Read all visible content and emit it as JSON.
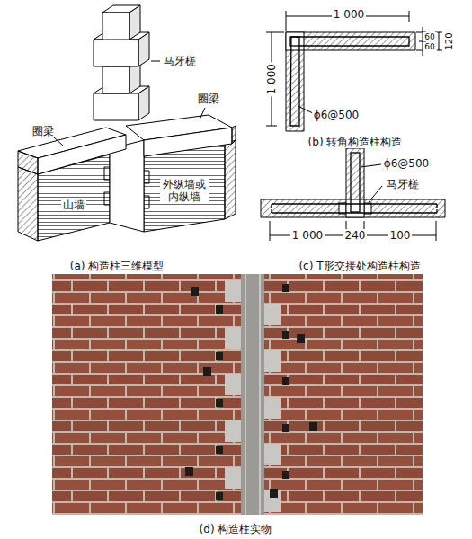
{
  "diagram": {
    "labels": [
      "马牙槎",
      "圈梁",
      "圈梁",
      "山墙",
      "外纵墙或内纵墙",
      "(a) 构造柱三维模型",
      "1 000",
      "1 000",
      "60",
      "60",
      "120",
      "ϕ6@500",
      "(b) 转角构造柱构造",
      "ϕ6@500",
      "马牙槎",
      "1 000",
      "240",
      "100",
      "(c) T形交接处构造柱构造",
      "(d) 构造柱实物"
    ]
  }
}
